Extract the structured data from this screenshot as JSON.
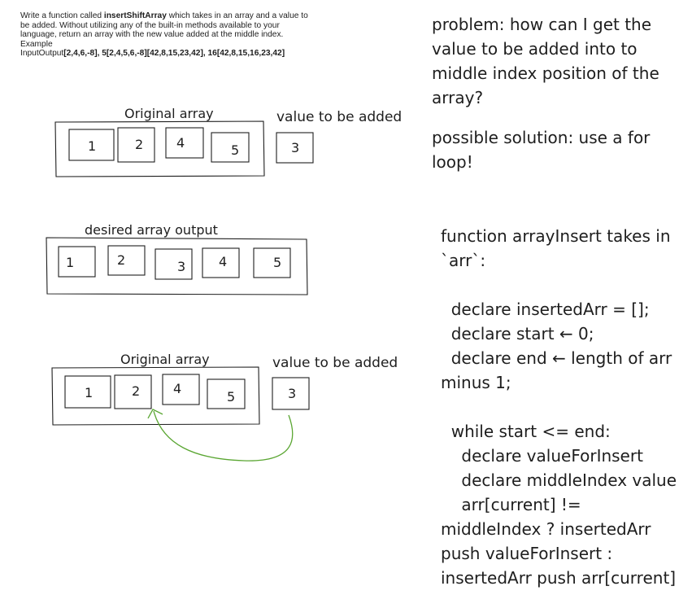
{
  "prompt": {
    "line1_prefix": "Write a function called ",
    "function_name": "insertShiftArray",
    "line1_suffix": " which takes in an array and a value to",
    "line2": "be added. Without utilizing any of the built-in methods available to your",
    "line3": "language, return an array with the new value added at the middle index.",
    "line4": "Example",
    "line5_prefix": "InputOutput",
    "line5_data": "[2,4,6,-8], 5[2,4,5,6,-8][42,8,15,23,42], 16[42,8,15,16,23,42]"
  },
  "diagram1": {
    "title": "Original array",
    "values": [
      "1",
      "2",
      "4",
      "5"
    ],
    "value_label": "value to be added",
    "value": "3"
  },
  "diagram2": {
    "title": "desired array output",
    "values": [
      "1",
      "2",
      "3",
      "4",
      "5"
    ]
  },
  "diagram3": {
    "title": "Original array",
    "values": [
      "1",
      "2",
      "4",
      "5"
    ],
    "value_label": "value to be added",
    "value": "3"
  },
  "notes": {
    "problem": "problem: how can I get the\nvalue to be added into to\nmiddle index position of the\narray?",
    "solution": "possible solution: use a for\nloop!",
    "pseudocode": "function arrayInsert takes in\n`arr`:\n\n  declare insertedArr = [];\n  declare start ← 0;\n  declare end ← length of arr\nminus 1;\n\n  while start <= end:\n    declare valueForInsert\n    declare middleIndex value\n    arr[current] !=\nmiddleIndex ? insertedArr\npush valueForInsert :\ninsertedArr push arr[current]"
  },
  "colors": {
    "ink": "#1e1e1e",
    "arrow": "#5aa632"
  }
}
